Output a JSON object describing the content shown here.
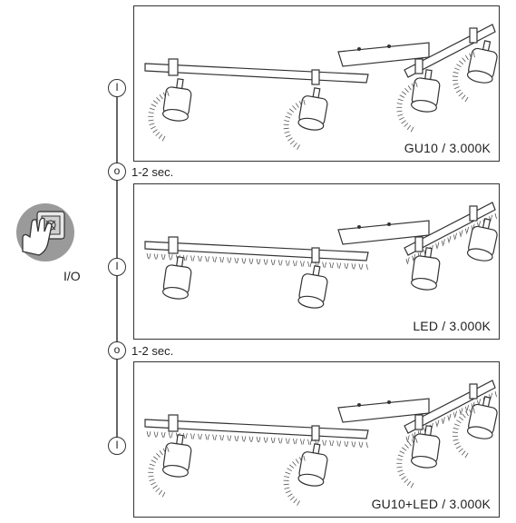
{
  "switch": {
    "label": "I/O",
    "icon": "hand-pressing-switch-icon"
  },
  "on_symbol": "I",
  "off_symbol": "o",
  "delay_text": "1-2 sec.",
  "panels": [
    {
      "id": "gu10",
      "label": "GU10 / 3.000K",
      "light": [
        "halogen-glow"
      ]
    },
    {
      "id": "led",
      "label": "LED / 3.000K",
      "light": [
        "led-strip-glow"
      ]
    },
    {
      "id": "gu10-led",
      "label": "GU10+LED / 3.000K",
      "light": [
        "halogen-glow",
        "led-strip-glow"
      ]
    }
  ]
}
